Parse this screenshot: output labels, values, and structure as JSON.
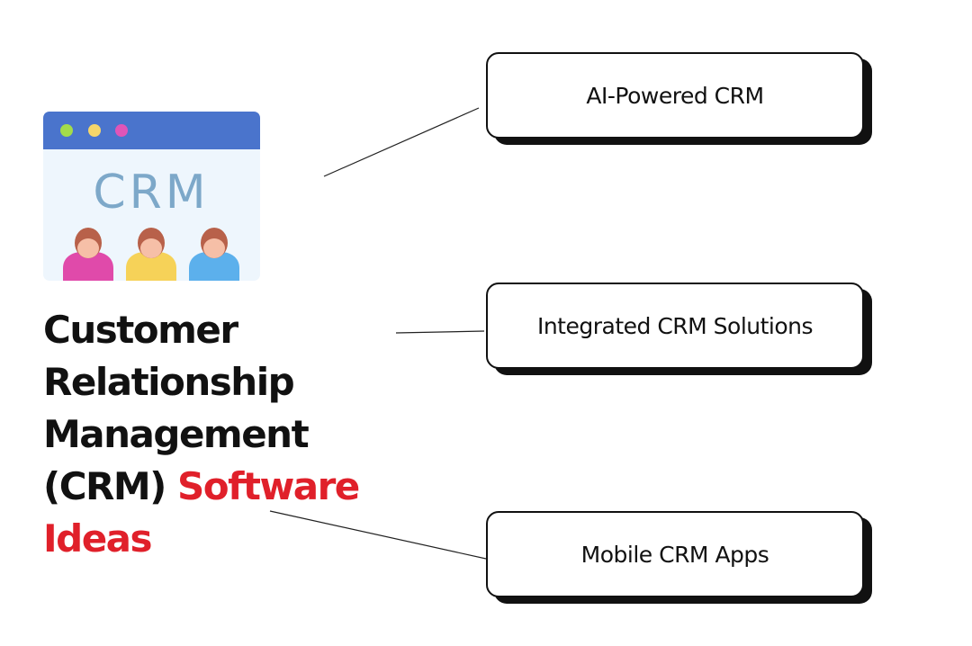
{
  "illustration": {
    "icon": "crm-browser-window-with-users-icon",
    "label": "CRM",
    "colors": {
      "header_bar": "#4a74cc",
      "window_body": "#eef6fd",
      "dot_green": "#a3dc4a",
      "dot_yellow": "#f5d66a",
      "dot_pink": "#e055b8",
      "label_text": "#7da8c9",
      "user_pink": "#e04aaa",
      "user_yellow": "#f6d258",
      "user_blue": "#5cb0ec",
      "hair": "#b8614a",
      "skin": "#f6bfa7"
    }
  },
  "title": {
    "line1": "Customer",
    "line2": "Relationship",
    "line3": "Management",
    "line4_dark": "(CRM)",
    "line4_accent": "Software",
    "line5_accent": "Ideas",
    "colors": {
      "dark": "#111111",
      "accent": "#e0202a"
    }
  },
  "nodes": [
    {
      "label": "AI-Powered CRM"
    },
    {
      "label": "Integrated CRM Solutions"
    },
    {
      "label": "Mobile CRM Apps"
    }
  ]
}
